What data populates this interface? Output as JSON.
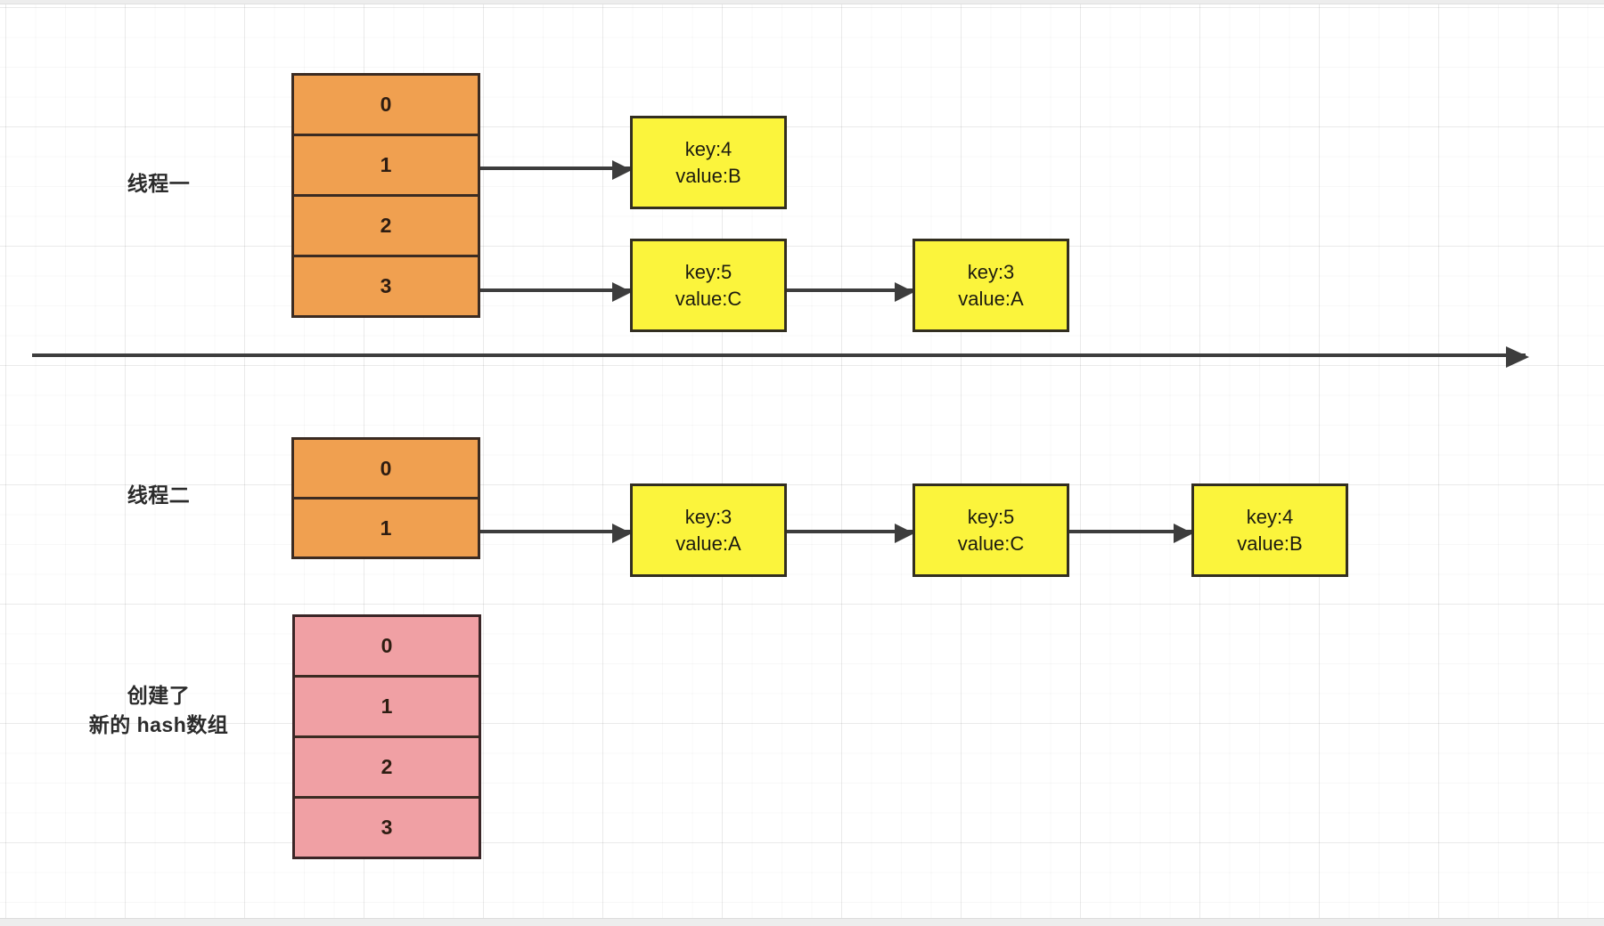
{
  "diagram": {
    "title_colors": {
      "orange_fill": "#f0a050",
      "pink_fill": "#f0a0a4",
      "node_fill": "#fbf43c",
      "stroke_dark": "#3b2b22",
      "arrow": "#3d3d3d",
      "grid": "#ececec"
    },
    "thread_one": {
      "label": "线程一",
      "array": {
        "name": "hash-array-thread-one",
        "cells": [
          "0",
          "1",
          "2",
          "3"
        ]
      },
      "chains": [
        {
          "from_cell": "1",
          "nodes": [
            {
              "key": "key:4",
              "value": "value:B"
            }
          ]
        },
        {
          "from_cell": "3",
          "nodes": [
            {
              "key": "key:5",
              "value": "value:C"
            },
            {
              "key": "key:3",
              "value": "value:A"
            }
          ]
        }
      ]
    },
    "timeline": {
      "name": "time-axis",
      "label": ""
    },
    "thread_two": {
      "label": "线程二",
      "array": {
        "name": "hash-array-thread-two",
        "cells": [
          "0",
          "1"
        ]
      },
      "chains": [
        {
          "from_cell": "1",
          "nodes": [
            {
              "key": "key:3",
              "value": "value:A"
            },
            {
              "key": "key:5",
              "value": "value:C"
            },
            {
              "key": "key:4",
              "value": "value:B"
            }
          ]
        }
      ]
    },
    "new_array": {
      "label": "创建了\n新的 hash数组",
      "array": {
        "name": "new-hash-array",
        "cells": [
          "0",
          "1",
          "2",
          "3"
        ]
      }
    }
  }
}
